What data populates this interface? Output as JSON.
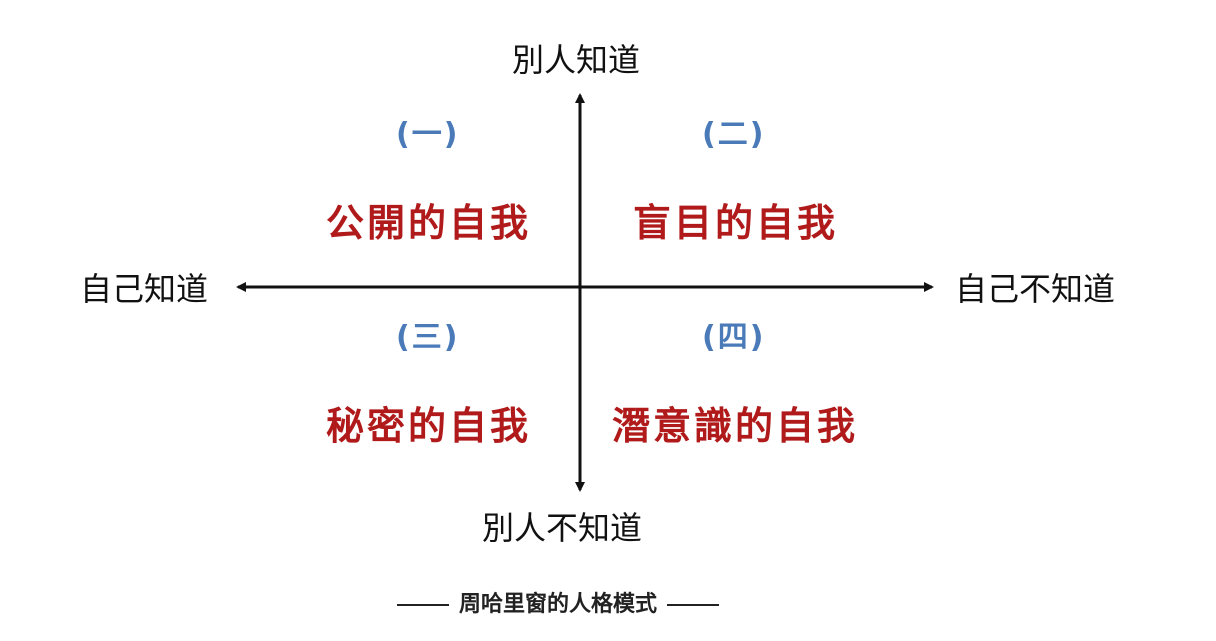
{
  "axes": {
    "top": "別人知道",
    "bottom": "別人不知道",
    "left": "自己知道",
    "right": "自己不知道"
  },
  "quadrants": [
    {
      "number": "(一)",
      "title": "公開的自我"
    },
    {
      "number": "(二)",
      "title": "盲目的自我"
    },
    {
      "number": "(三)",
      "title": "秘密的自我"
    },
    {
      "number": "(四)",
      "title": "潛意識的自我"
    }
  ],
  "caption": "周哈里窗的人格模式",
  "colors": {
    "quadrant_number": "#4a7ab8",
    "quadrant_title": "#b01a1a",
    "axis": "#111111"
  }
}
